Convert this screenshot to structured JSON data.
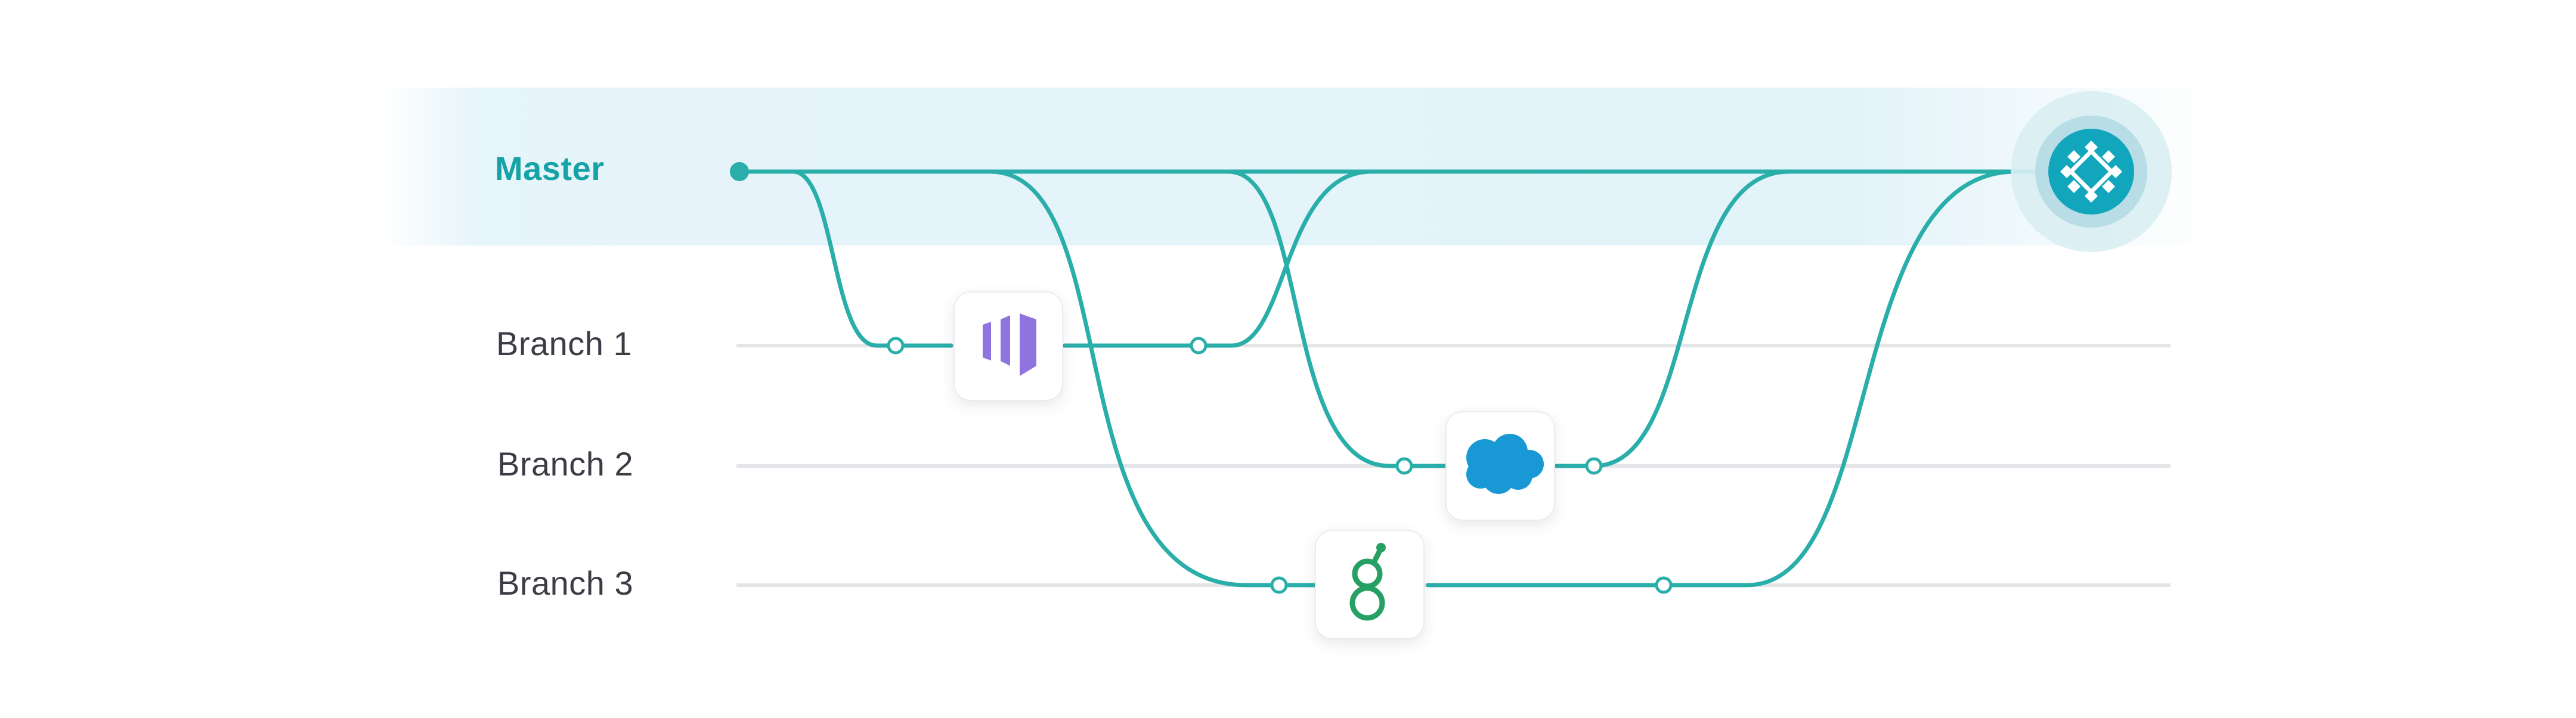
{
  "rows": {
    "master": "Master",
    "branch1": "Branch 1",
    "branch2": "Branch 2",
    "branch3": "Branch 3"
  },
  "icons": {
    "branch1_card": "marketo-logo-icon",
    "branch2_card": "salesforce-cloud-icon",
    "branch3_card": "segment-g-icon",
    "hub": "hub-logo-icon"
  },
  "colors": {
    "flow": "#2aaeaa",
    "master_text": "#16a3a6",
    "master_band": "#e2f3f9",
    "hub": "#12a6bd",
    "marketo": "#8f73de",
    "salesforce": "#1899d6",
    "segment": "#26a064"
  }
}
